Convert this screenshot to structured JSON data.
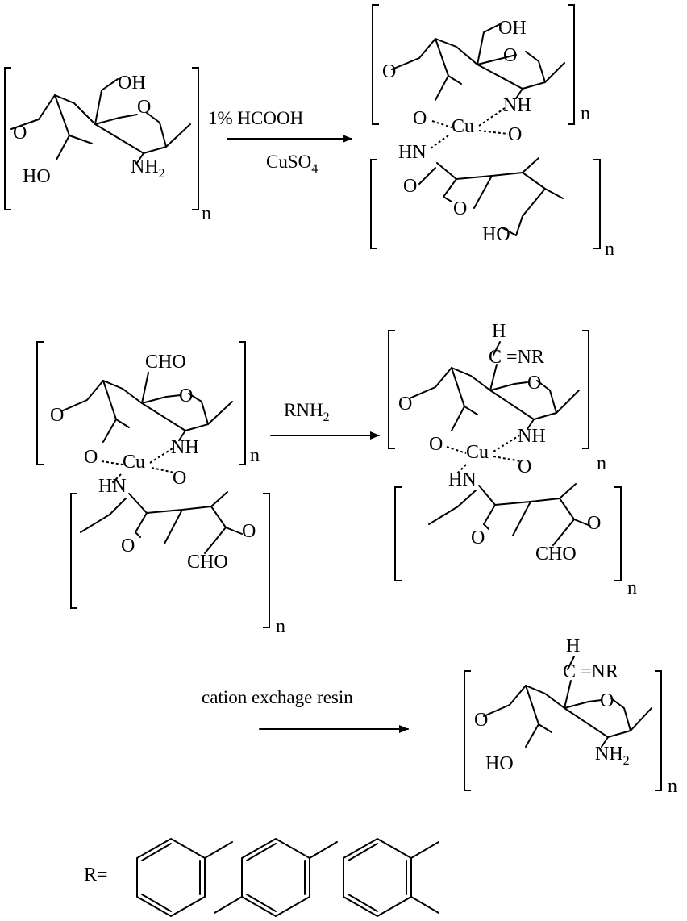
{
  "labels": {
    "oh": "OH",
    "ho": "HO",
    "o": "O",
    "nh": "NH",
    "hn": "HN",
    "cu": "Cu",
    "cho": "CHO",
    "nh2_main": "NH",
    "nh2_sub": "2",
    "n": "n",
    "h": "H",
    "c_eq_nr": "C =NR",
    "r_eq": "R="
  },
  "reagents": {
    "step1_top": "1% HCOOH",
    "step1_bottom_main": "CuSO",
    "step1_bottom_sub": "4",
    "step2_main": "RNH",
    "step2_sub": "2",
    "step3": "cation exchage resin"
  }
}
